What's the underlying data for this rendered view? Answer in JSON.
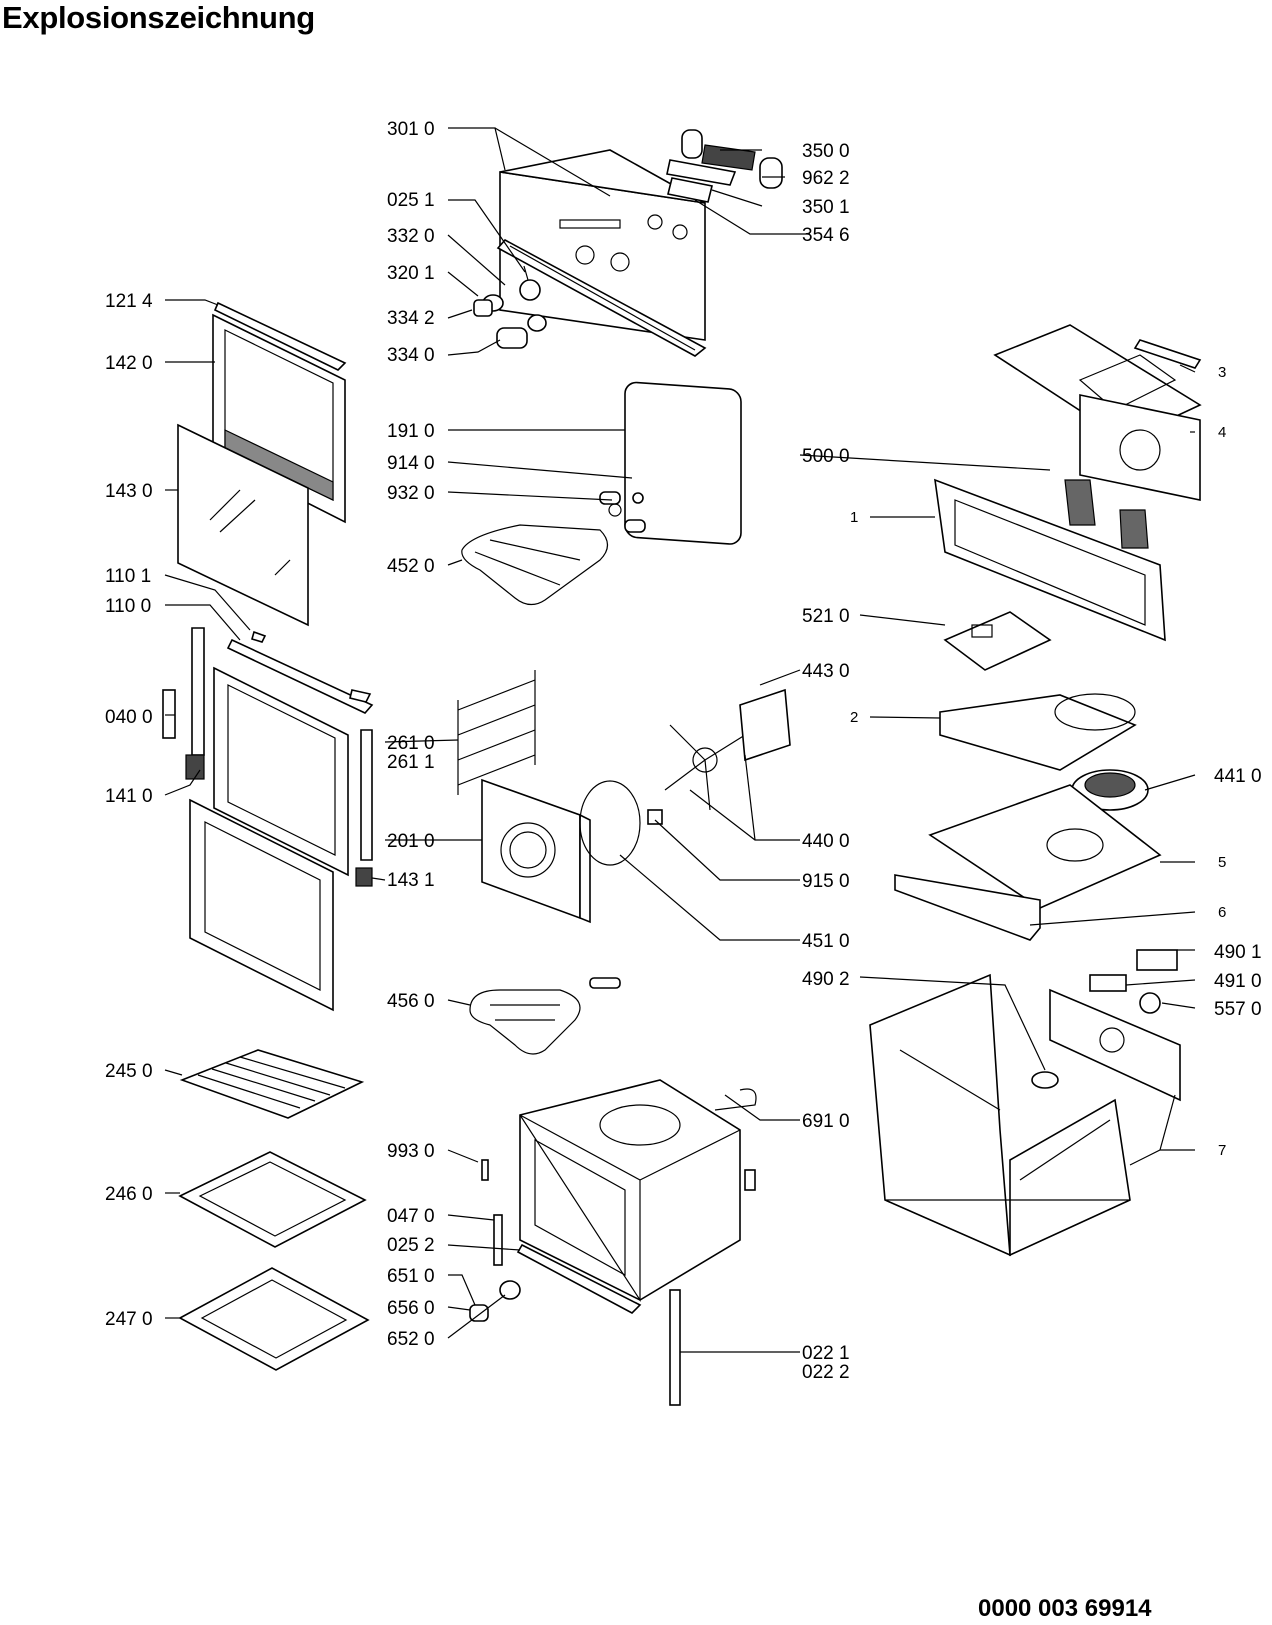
{
  "title": "Explosionszeichnung",
  "document_number": "0000 003 69914",
  "part_labels": {
    "p3010": "301 0",
    "p0251": "025 1",
    "p3320": "332 0",
    "p3201": "320 1",
    "p3342": "334 2",
    "p3340": "334 0",
    "p3500": "350 0",
    "p9622": "962 2",
    "p3501": "350 1",
    "p3546": "354 6",
    "p1214": "121 4",
    "p1420": "142 0",
    "p1430": "143 0",
    "p1101": "110 1",
    "p1100": "110 0",
    "p0400": "040 0",
    "p1410": "141 0",
    "p1910": "191 0",
    "p9140": "914 0",
    "p9320": "932 0",
    "p4520": "452 0",
    "p2610": "261 0",
    "p2611": "261 1",
    "p2010": "201 0",
    "p1431": "143 1",
    "p4560": "456 0",
    "p2450": "245 0",
    "p2460": "246 0",
    "p2470": "247 0",
    "p9930": "993 0",
    "p0470": "047 0",
    "p0252": "025 2",
    "p6510": "651 0",
    "p6560": "656 0",
    "p6520": "652 0",
    "p5000": "500 0",
    "p5210": "521 0",
    "p4430": "443 0",
    "p4410": "441 0",
    "p4400": "440 0",
    "p9150": "915 0",
    "p4510": "451 0",
    "p4901": "490 1",
    "p4902": "490 2",
    "p4910": "491 0",
    "p5570": "557 0",
    "p6910": "691 0",
    "p0221": "022 1",
    "p0222": "022 2",
    "n1": "1",
    "n2": "2",
    "n3": "3",
    "n4": "4",
    "n5": "5",
    "n6": "6",
    "n7": "7"
  }
}
